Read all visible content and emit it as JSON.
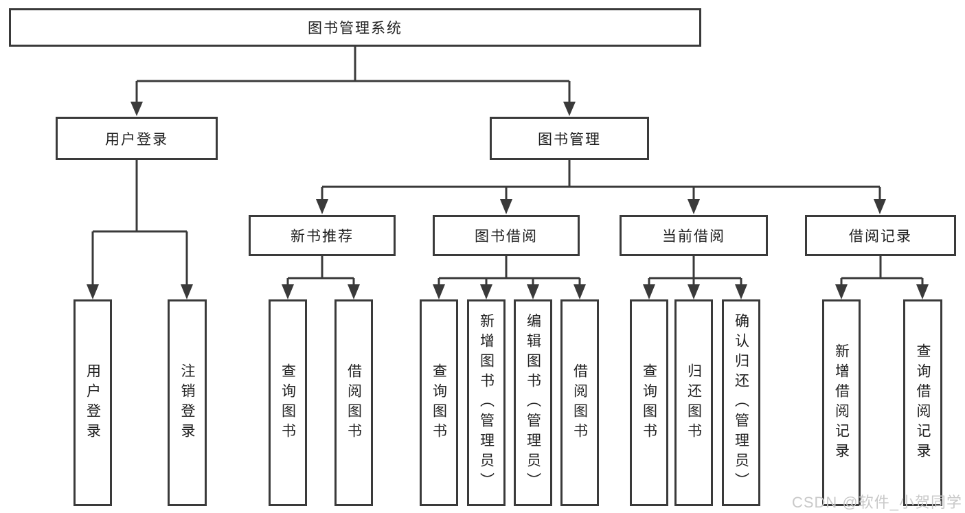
{
  "tree": {
    "root": {
      "label": "图书管理系统"
    },
    "branches": [
      {
        "label": "用户登录",
        "children": [
          {
            "label": "用户登录"
          },
          {
            "label": "注销登录"
          }
        ]
      },
      {
        "label": "图书管理",
        "children": [
          {
            "label": "新书推荐",
            "children": [
              {
                "label": "查询图书"
              },
              {
                "label": "借阅图书"
              }
            ]
          },
          {
            "label": "图书借阅",
            "children": [
              {
                "label": "查询图书"
              },
              {
                "label": "新增图书（管理员）"
              },
              {
                "label": "编辑图书（管理员）"
              },
              {
                "label": "借阅图书"
              }
            ]
          },
          {
            "label": "当前借阅",
            "children": [
              {
                "label": "查询图书"
              },
              {
                "label": "归还图书"
              },
              {
                "label": "确认归还（管理员）"
              }
            ]
          },
          {
            "label": "借阅记录",
            "children": [
              {
                "label": "新增借阅记录"
              },
              {
                "label": "查询借阅记录"
              }
            ]
          }
        ]
      }
    ]
  },
  "watermark": {
    "text": "CSDN @软件_小贺同学"
  },
  "colors": {
    "line": "#3a3a3a",
    "box_border": "#3a3a3a",
    "box_fill": "#ffffff",
    "text": "#212121",
    "watermark": "#c9c9c9"
  }
}
